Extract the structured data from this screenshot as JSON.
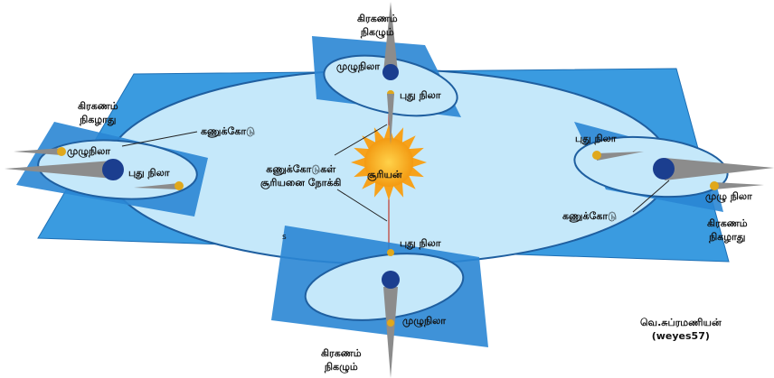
{
  "labels": {
    "eclipse_occurs": [
      "கிரகணம்",
      "நிகழும்"
    ],
    "eclipse_not_occurs": [
      "கிரகணம்",
      "நிகழாது"
    ],
    "full_moon": "முழுநிலா",
    "full_moon_spaced": "முழு நிலா",
    "new_moon": "புது நிலா",
    "node_line": "கணுக்கோடு",
    "node_lines_toward_sun": [
      "கணுக்கோடுகள்",
      "சூரியனை நோக்கி"
    ],
    "sun": "சூரியன்",
    "stray_mark": "s",
    "author": [
      "வெ.சுப்ரமணியன்",
      "(weyes57)"
    ]
  },
  "colors": {
    "plane": "#3a9be0",
    "orbit": "#c5e8fa",
    "moon_plane": "#1f7bc8",
    "earth": "#1b3e8f",
    "sun": "#f7a21b"
  }
}
